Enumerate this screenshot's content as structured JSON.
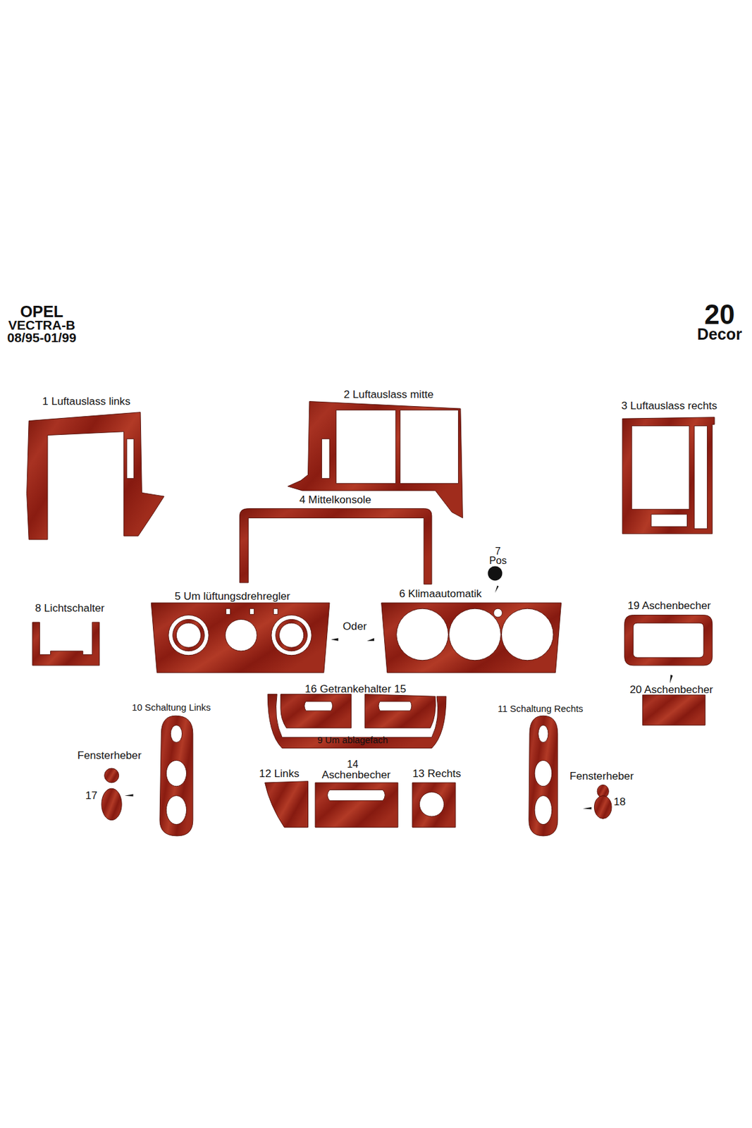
{
  "diagram": {
    "labels": [
      "OPEL",
      "VECTRA-B",
      "08/95-01/99",
      "20",
      "Decor",
      "1 Luftauslass links",
      "2 Luftauslass mitte",
      "3 Luftauslass rechts",
      "4 Mittelkonsole",
      "7",
      "Pos",
      "8 Lichtschalter",
      "5 Um lüftungsdrehregler",
      "6 Klimaautomatik",
      "Oder",
      "19 Aschenbecher",
      "20 Aschenbecher",
      "16 Getrankehalter 15",
      "9 Um ablagefach",
      "10 Schaltung Links",
      "11 Schaltung Rechts",
      "Fensterheber",
      "17",
      "12 Links",
      "14",
      "Aschenbecher",
      "13 Rechts",
      "Fensterheber",
      "18"
    ]
  }
}
